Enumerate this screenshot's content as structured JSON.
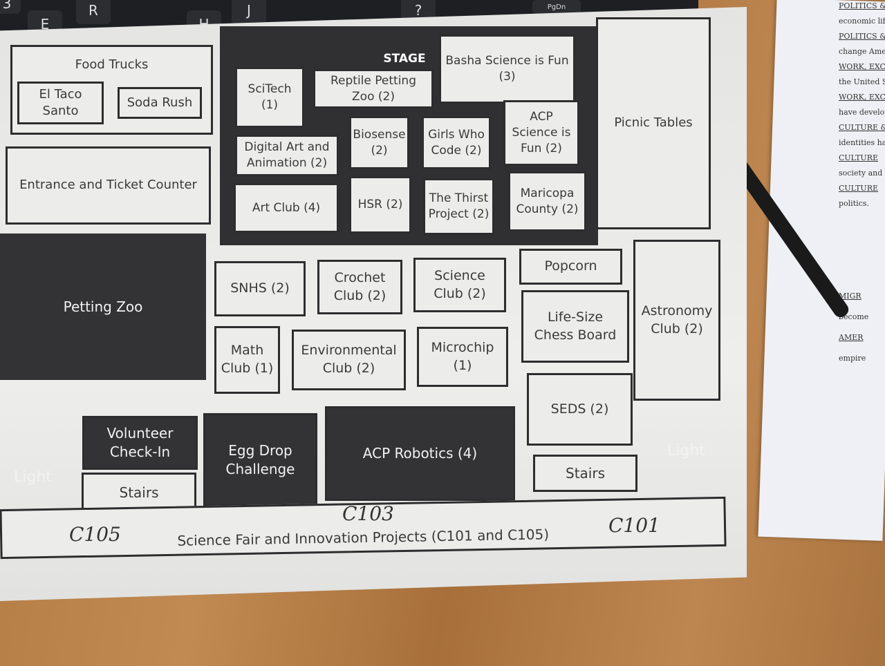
{
  "keyboard": {
    "keys": [
      "3",
      "E",
      "R",
      "H",
      "J",
      "?",
      "PgDn"
    ]
  },
  "side_document": {
    "lines": [
      "POLITICS &",
      "economic life",
      "POLITICS &",
      "change Americ",
      "WORK, EXCH",
      "the United Stat",
      "WORK, EXCH",
      "have develope",
      "CULTURE &",
      "identities hav",
      "CULTURE",
      "society and",
      "CULTURE",
      "politics.",
      "MIGR",
      "become",
      "AMER",
      "empire"
    ]
  },
  "map": {
    "food_trucks": {
      "label": "Food Trucks",
      "items": [
        "El Taco Santo",
        "Soda Rush"
      ]
    },
    "entrance": "Entrance and Ticket Counter",
    "stage": {
      "label": "STAGE",
      "booths": [
        "SciTech (1)",
        "Reptile Petting Zoo (2)",
        "Basha Science is Fun (3)",
        "Digital Art and Animation (2)",
        "Biosense (2)",
        "Girls Who Code (2)",
        "ACP Science is Fun (2)",
        "Art Club (4)",
        "HSR (2)",
        "The Thirst Project (2)",
        "Maricopa County (2)"
      ]
    },
    "picnic": "Picnic Tables",
    "petting_zoo": "Petting Zoo",
    "booths": [
      "SNHS (2)",
      "Crochet Club (2)",
      "Science Club (2)",
      "Popcorn",
      "Math Club (1)",
      "Environmental Club (2)",
      "Microchip (1)",
      "Life-Size Chess Board",
      "Astronomy Club (2)",
      "SEDS (2)"
    ],
    "volunteer": "Volunteer Check-In",
    "stairs": "Stairs",
    "egg_drop": "Egg Drop Challenge",
    "robotics": "ACP Robotics (4)",
    "science_fair": "Science Fair and Innovation Projects (C101 and C105)",
    "light": "Light",
    "handwritten": [
      "C105",
      "C103",
      "C101"
    ]
  }
}
